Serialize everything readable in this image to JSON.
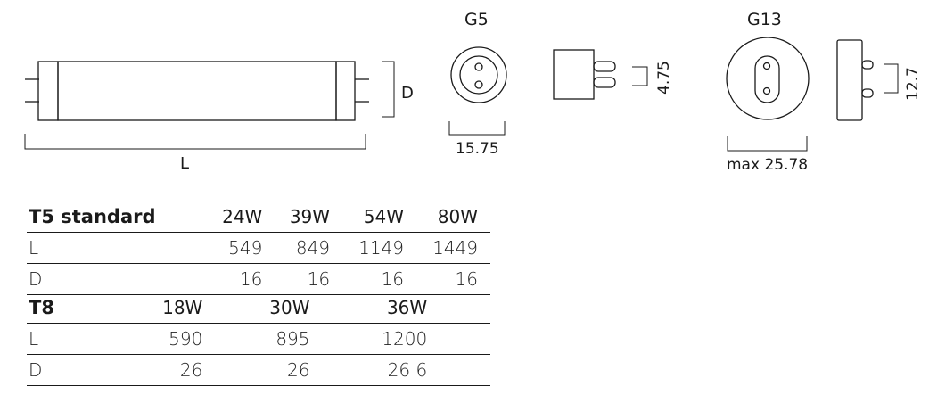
{
  "diagram": {
    "tube": {
      "length_label": "L",
      "diameter_label": "D"
    },
    "g5": {
      "title": "G5",
      "pin_spacing": "4.75",
      "diameter": "15.75"
    },
    "g13": {
      "title": "G13",
      "pin_spacing": "12.7",
      "diameter": "max 25.78"
    }
  },
  "tables": {
    "t5": {
      "title": "T5 standard",
      "columns": [
        "24W",
        "39W",
        "54W",
        "80W"
      ],
      "rows": [
        {
          "label": "L",
          "values": [
            "549",
            "849",
            "1149",
            "1449"
          ]
        },
        {
          "label": "D",
          "values": [
            "16",
            "16",
            "16",
            "16"
          ]
        }
      ]
    },
    "t8": {
      "title": "T8",
      "columns": [
        "18W",
        "30W",
        "36W"
      ],
      "rows": [
        {
          "label": "L",
          "values": [
            "590",
            "895",
            "1200"
          ]
        },
        {
          "label": "D",
          "values": [
            "26",
            "26",
            "26 6"
          ]
        }
      ]
    }
  }
}
